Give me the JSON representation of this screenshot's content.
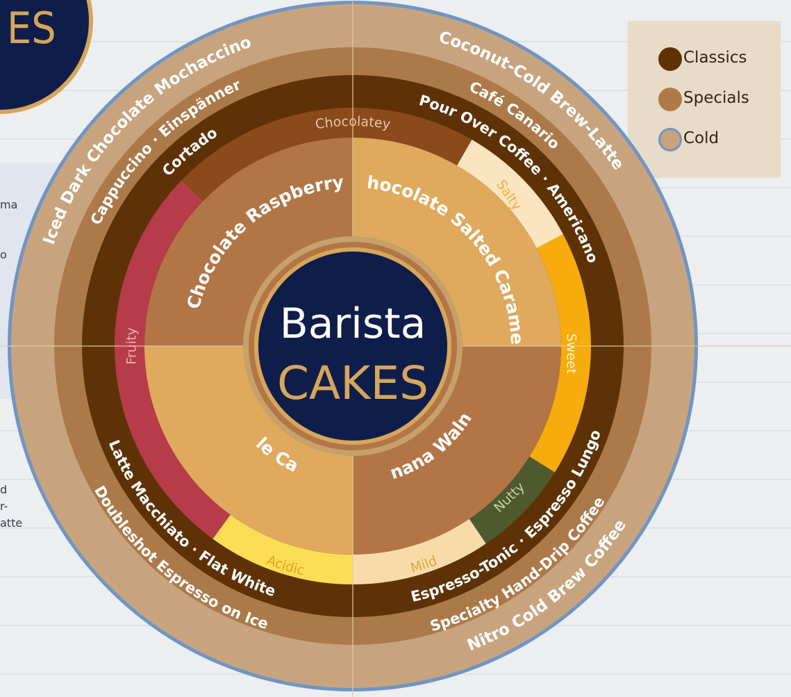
{
  "left_fragments": [
    "ma",
    "o",
    "d",
    "r-",
    "atte"
  ],
  "corner_logo_text": "ES",
  "legend": {
    "items": [
      {
        "label": "Classics",
        "color": "#5e3206"
      },
      {
        "label": "Specials",
        "color": "#b07a48"
      },
      {
        "label": "Cold",
        "color": "#c8a47e"
      }
    ]
  },
  "center": {
    "line1": "Barista",
    "line2": "CAKES"
  },
  "cakes": {
    "top_left": "Chocolate Raspberry",
    "top_right": "Chocolate Salted Caramel",
    "bottom_left": "Apple Cassis",
    "bottom_right": "Banana Walnut"
  },
  "flavors": {
    "chocolatey": "Chocolatey",
    "salty": "Salty",
    "sweet": "Sweet",
    "nutty": "Nutty",
    "mild": "Mild",
    "acidic": "Acidic",
    "fruity": "Fruity"
  },
  "classics": {
    "top_left": "Cortado",
    "top_right": "Pour Over Coffee · Americano",
    "bottom_left": "Latte Macchiato · Flat White",
    "bottom_right": "Espresso-Tonic · Espresso Lungo"
  },
  "specials": {
    "top_left": "Cappuccino · Einspänner",
    "top_right": "Café Canario",
    "bottom_left": "Doubleshot Espresso on Ice",
    "bottom_right": "Specialty Hand-Drip Coffee"
  },
  "cold": {
    "top_left": "Iced Dark Chocolate Mochaccino",
    "top_right": "Coconut-Cold Brew-Latte",
    "bottom_right": "Nitro Cold Brew Coffee"
  },
  "colors": {
    "rim": "#6f95c4",
    "cold_ring": "#c8a47e",
    "specials_ring": "#ac7a4a",
    "classics_ring": "#5e3206",
    "flavor_brown": "#8a4a1c",
    "salty": "#fbe4c0",
    "sweet": "#f6ac0c",
    "nutty": "#4e5a2e",
    "mild": "#f7dcaa",
    "acidic": "#fedd56",
    "fruity": "#b63c4a",
    "cake_dark": "#b27646",
    "cake_light": "#dfaa5e",
    "navy": "#0f1d4a",
    "gold": "#d6a65c"
  }
}
